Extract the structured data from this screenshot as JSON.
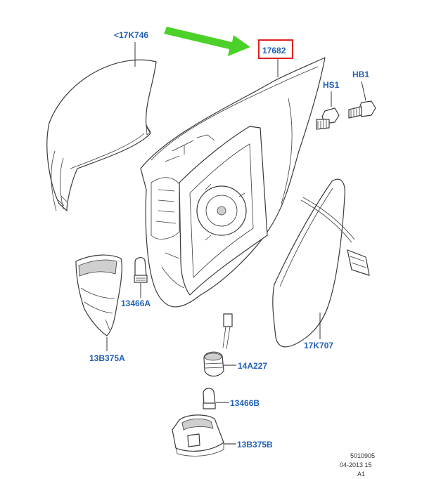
{
  "callouts": {
    "cover": "<17K746",
    "housing": "17682",
    "screw_hs1": "HS1",
    "screw_hb1": "HB1",
    "bulb_holder_small": "13466A",
    "indicator_lamp": "13B375A",
    "mirror_glass": "17K707",
    "bulb_socket": "14A227",
    "bulb": "13466B",
    "puddle_lamp": "13B375B"
  },
  "reference": {
    "drawing_number": "5010905",
    "date_code": "04-2013 15",
    "revision": "A1"
  },
  "colors": {
    "label": "#1f5fb8",
    "highlight_box": "#e02020",
    "arrow": "#4cd12a",
    "linework": "#3a3a3a"
  },
  "highlight": {
    "target": "housing",
    "arrow_icon": "green-arrow-icon"
  }
}
